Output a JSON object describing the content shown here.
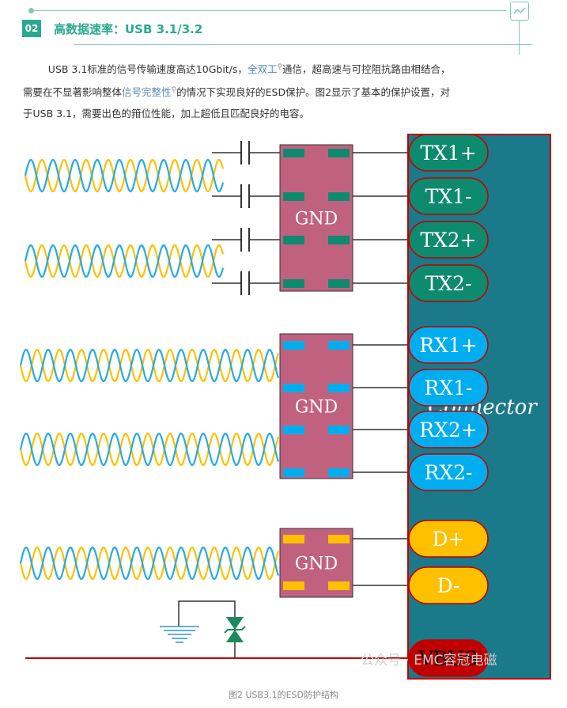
{
  "header": {
    "number": "02",
    "title": "高数据速率：USB 3.1/3.2"
  },
  "paragraph": {
    "line1_a": "USB 3.1标准的信号传输速度高达10Gbit/s，",
    "line1_link": "全双工",
    "line1_b": "通信，超高速与可控阻抗路由相结合，",
    "line2_a": "需要在不显著影响整体",
    "line2_link": "信号完整性",
    "line2_b": "的情况下实现良好的ESD保护。图2显示了基本的保护设置，对",
    "line3": "于USB 3.1，需要出色的箝位性能，加上超低且匹配良好的电容。"
  },
  "diagram": {
    "connector_label": "Connector",
    "gnd_label": "GND",
    "tx_pins": [
      "TX1+",
      "TX1-",
      "TX2+",
      "TX2-"
    ],
    "rx_pins": [
      "RX1+",
      "RX1-",
      "RX2+",
      "RX2-"
    ],
    "d_pins": [
      "D+",
      "D-"
    ],
    "vbus_pin": "VBUS",
    "colors": {
      "connector": "#1a7a8a",
      "esd_block": "#c0627f",
      "tx_pin": "#0e8a6e",
      "rx_pin": "#00aeef",
      "d_pin": "#ffc000",
      "vbus_pin": "#c00000",
      "wave_a": "#ffc000",
      "wave_b": "#27aae1",
      "vbus_line": "#c00000",
      "tvs": "#1a8a5c"
    }
  },
  "watermark": "公众号 · EMC容冠电磁",
  "caption": "图2 USB3.1的ESD防护结构"
}
